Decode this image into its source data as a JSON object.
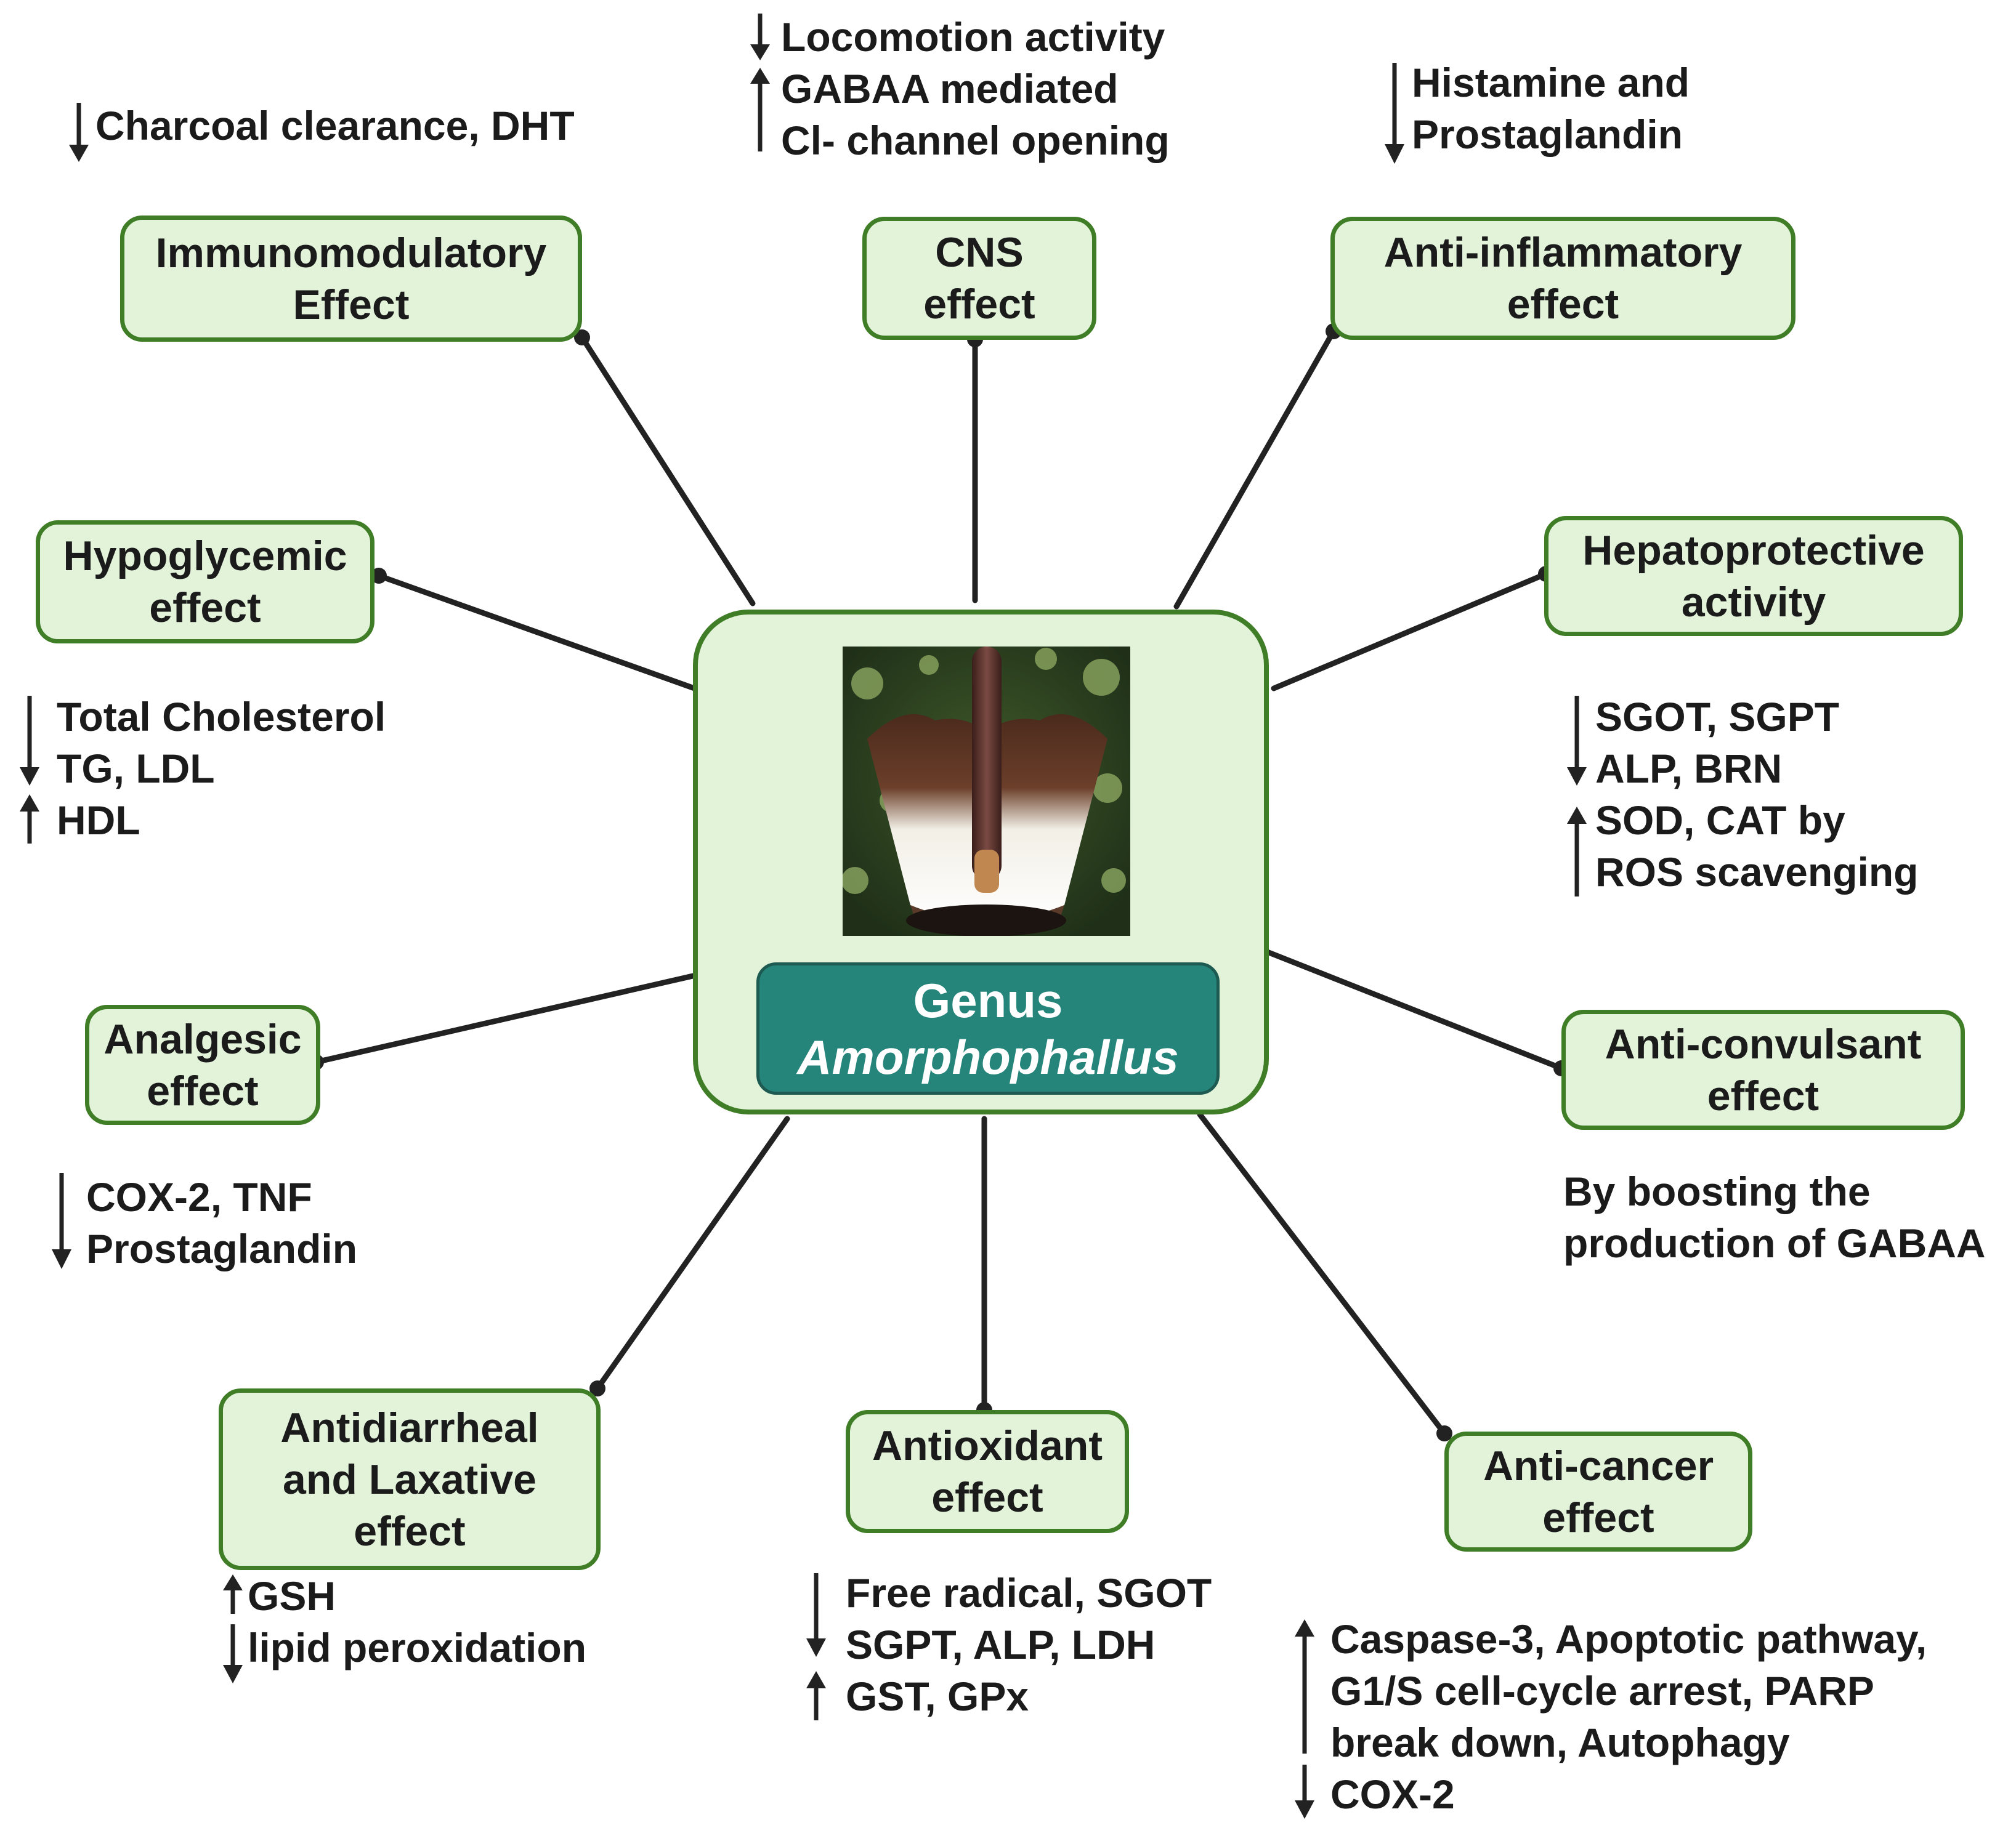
{
  "center": {
    "genus_label": "Genus",
    "genus_name": "Amorphophallus"
  },
  "effects": {
    "immunomodulatory": [
      "Immunomodulatory",
      "Effect"
    ],
    "cns": [
      "CNS",
      "effect"
    ],
    "anti_inflammatory": [
      "Anti-inflammatory",
      "effect"
    ],
    "hypoglycemic": [
      "Hypoglycemic",
      "effect"
    ],
    "hepatoprotective": [
      "Hepatoprotective",
      "activity"
    ],
    "analgesic": [
      "Analgesic",
      "effect"
    ],
    "anticonvulsant": [
      "Anti-convulsant",
      "effect"
    ],
    "antidiarrheal": [
      "Antidiarrheal",
      "and Laxative",
      "effect"
    ],
    "antioxidant": [
      "Antioxidant",
      "effect"
    ],
    "anticancer": [
      "Anti-cancer",
      "effect"
    ]
  },
  "notes": {
    "immunomodulatory": [
      "Charcoal clearance, DHT"
    ],
    "cns": [
      "Locomotion activity",
      "GABAA mediated",
      "Cl- channel opening"
    ],
    "anti_inflammatory": [
      "Histamine and",
      "Prostaglandin"
    ],
    "hypoglycemic": [
      "Total Cholesterol",
      "TG, LDL",
      "HDL"
    ],
    "hepatoprotective": [
      "SGOT, SGPT",
      "ALP, BRN",
      "SOD, CAT by",
      "ROS scavenging"
    ],
    "analgesic": [
      "COX-2, TNF",
      "Prostaglandin"
    ],
    "anticonvulsant": [
      "By boosting the",
      "production of GABAA"
    ],
    "antidiarrheal": [
      "GSH",
      "lipid peroxidation"
    ],
    "antioxidant": [
      "Free radical, SGOT",
      "SGPT, ALP, LDH",
      "GST, GPx"
    ],
    "anticancer": [
      "Caspase-3, Apoptotic pathway,",
      "G1/S cell-cycle arrest, PARP",
      "break down, Autophagy",
      "COX-2"
    ]
  },
  "icons": {
    "decrease": "down-arrow-icon",
    "increase": "up-arrow-icon"
  },
  "colors": {
    "box_fill": "#e2f3da",
    "box_border": "#3f7d26",
    "genus_fill": "#26857a",
    "connector": "#222222",
    "text": "#1b1b1b"
  }
}
